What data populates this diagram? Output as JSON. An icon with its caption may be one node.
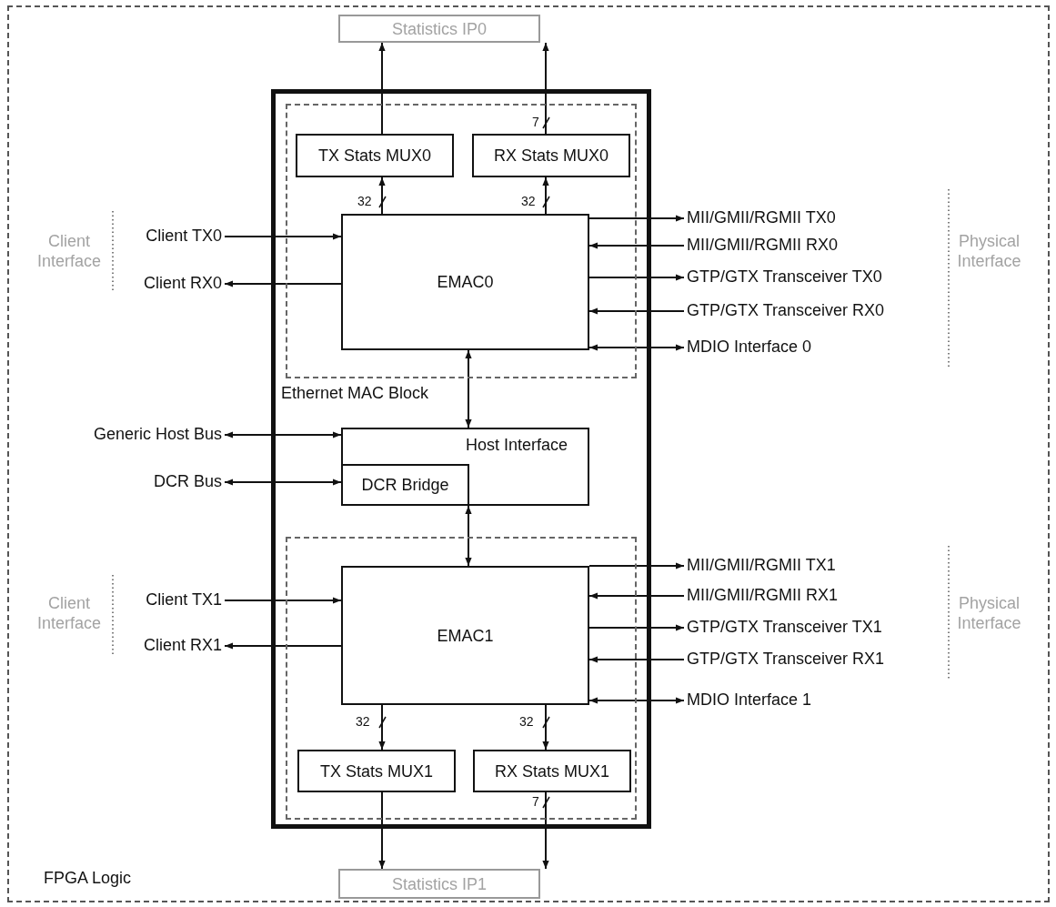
{
  "diagram": {
    "nodes": [
      {
        "text": [
          "FPGA Logic"
        ]
      },
      {
        "text": [
          "Statistics IP0"
        ],
        "in": 0
      },
      {
        "text": [
          "Ethernet MAC Block"
        ],
        "in": 0
      },
      {
        "text": [],
        "shape": "box",
        "in": 2
      },
      {
        "text": [
          "TX Stats MUX0"
        ],
        "in": 3
      },
      {
        "text": [
          "RX Stats MUX0"
        ],
        "in": 3
      },
      {
        "text": [
          "EMAC0"
        ],
        "in": 3
      },
      {
        "text": [
          "Host Interface"
        ],
        "in": 2
      },
      {
        "text": [
          "DCR Bridge"
        ],
        "in": 7
      },
      {
        "text": [],
        "shape": "box",
        "in": 2
      },
      {
        "text": [
          "EMAC1"
        ],
        "in": 9
      },
      {
        "text": [
          "TX Stats MUX1"
        ],
        "in": 9
      },
      {
        "text": [
          "RX Stats MUX1"
        ],
        "in": 9
      },
      {
        "text": [
          "Statistics IP1"
        ],
        "in": 0
      },
      {
        "text": [
          "Client TX0"
        ],
        "in": 0
      },
      {
        "text": [
          "Client RX0"
        ],
        "in": 0
      },
      {
        "text": [
          "Generic Host Bus"
        ],
        "in": 0
      },
      {
        "text": [
          "DCR Bus"
        ],
        "in": 0
      },
      {
        "text": [
          "Client TX1"
        ],
        "in": 0
      },
      {
        "text": [
          "Client RX1"
        ],
        "in": 0
      },
      {
        "text": [
          "MII/GMII/RGMII TX0"
        ],
        "in": 0
      },
      {
        "text": [
          "MII/GMII/RGMII RX0"
        ],
        "in": 0
      },
      {
        "text": [
          "GTP/GTX Transceiver TX0"
        ],
        "in": 0
      },
      {
        "text": [
          "GTP/GTX Transceiver RX0"
        ],
        "in": 0
      },
      {
        "text": [
          "MDIO Interface 0"
        ],
        "in": 0
      },
      {
        "text": [
          "MII/GMII/RGMII TX1"
        ],
        "in": 0
      },
      {
        "text": [
          "MII/GMII/RGMII RX1"
        ],
        "in": 0
      },
      {
        "text": [
          "GTP/GTX Transceiver TX1"
        ],
        "in": 0
      },
      {
        "text": [
          "GTP/GTX Transceiver RX1"
        ],
        "in": 0
      },
      {
        "text": [
          "MDIO Interface 1"
        ],
        "in": 0
      }
    ],
    "edges": [
      {
        "from": 4,
        "to": 1,
        "arrow": "to"
      },
      {
        "from": 5,
        "to": 1,
        "arrow": "to",
        "label": "7"
      },
      {
        "from": 6,
        "to": 4,
        "arrow": "to",
        "label": "32"
      },
      {
        "from": 6,
        "to": 5,
        "arrow": "to",
        "label": "32"
      },
      {
        "from": 14,
        "to": 6,
        "arrow": "to"
      },
      {
        "from": 6,
        "to": 15,
        "arrow": "to"
      },
      {
        "from": 6,
        "to": 20,
        "arrow": "to"
      },
      {
        "from": 21,
        "to": 6,
        "arrow": "to"
      },
      {
        "from": 6,
        "to": 22,
        "arrow": "to"
      },
      {
        "from": 23,
        "to": 6,
        "arrow": "to"
      },
      {
        "from": 6,
        "to": 24,
        "arrow": "both"
      },
      {
        "from": 6,
        "to": 7,
        "arrow": "both"
      },
      {
        "from": 16,
        "to": 7,
        "arrow": "both"
      },
      {
        "from": 17,
        "to": 8,
        "arrow": "both"
      },
      {
        "from": 7,
        "to": 10,
        "arrow": "both"
      },
      {
        "from": 18,
        "to": 10,
        "arrow": "to"
      },
      {
        "from": 10,
        "to": 19,
        "arrow": "to"
      },
      {
        "from": 10,
        "to": 25,
        "arrow": "to"
      },
      {
        "from": 26,
        "to": 10,
        "arrow": "to"
      },
      {
        "from": 10,
        "to": 27,
        "arrow": "to"
      },
      {
        "from": 28,
        "to": 10,
        "arrow": "to"
      },
      {
        "from": 10,
        "to": 29,
        "arrow": "both"
      },
      {
        "from": 10,
        "to": 11,
        "arrow": "to",
        "label": "32"
      },
      {
        "from": 10,
        "to": 12,
        "arrow": "to",
        "label": "32"
      },
      {
        "from": 11,
        "to": 13,
        "arrow": "to"
      },
      {
        "from": 12,
        "to": 13,
        "arrow": "to",
        "label": "7"
      }
    ],
    "labels": [
      "Client Interface",
      "Physical Interface",
      "Client Interface",
      "Physical Interface"
    ]
  }
}
